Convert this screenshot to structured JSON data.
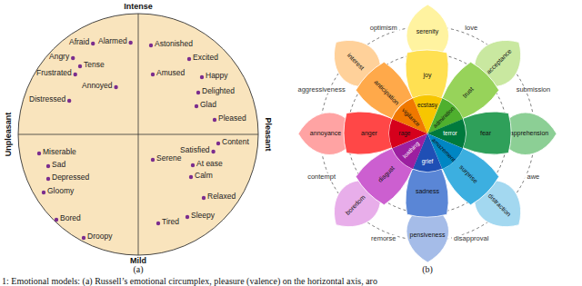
{
  "diagram": {
    "caption": "1: Emotional models: (a) Russell’s emotional circumplex, pleasure (valence) on the horizontal axis, aro",
    "nodes": [
      {
        "text": [
          "Afraid",
          "Alarmed",
          "Angry",
          "Tense",
          "Frustrated",
          "Annoyed",
          "Distressed",
          "Astonished",
          "Excited",
          "Amused",
          "Happy",
          "Delighted",
          "Glad",
          "Pleased",
          "Miserable",
          "Sad",
          "Depressed",
          "Gloomy",
          "Bored",
          "Droopy",
          "Content",
          "Satisfied",
          "Serene",
          "At ease",
          "Calm",
          "Relaxed",
          "Tired",
          "Sleepy"
        ]
      },
      {
        "text": [
          "ecstasy"
        ]
      },
      {
        "text": [
          "joy"
        ]
      },
      {
        "text": [
          "serenity"
        ]
      },
      {
        "text": [
          "admiration"
        ]
      },
      {
        "text": [
          "trust"
        ]
      },
      {
        "text": [
          "acceptance"
        ]
      },
      {
        "text": [
          "terror"
        ]
      },
      {
        "text": [
          "fear"
        ]
      },
      {
        "text": [
          "apprehension"
        ]
      },
      {
        "text": [
          "amazement"
        ]
      },
      {
        "text": [
          "surprise"
        ]
      },
      {
        "text": [
          "distraction"
        ]
      },
      {
        "text": [
          "grief"
        ]
      },
      {
        "text": [
          "sadness"
        ]
      },
      {
        "text": [
          "pensiveness"
        ]
      },
      {
        "text": [
          "loathing"
        ]
      },
      {
        "text": [
          "disgust"
        ]
      },
      {
        "text": [
          "boredom"
        ]
      },
      {
        "text": [
          "rage"
        ]
      },
      {
        "text": [
          "anger"
        ]
      },
      {
        "text": [
          "annoyance"
        ]
      },
      {
        "text": [
          "vigilance"
        ]
      },
      {
        "text": [
          "anticipation"
        ]
      },
      {
        "text": [
          "interest"
        ]
      }
    ],
    "labels": [
      "Intense",
      "Unpleasant",
      "Pleasant",
      "Mild",
      "(a)",
      "optimism",
      "love",
      "aggressiveness",
      "submission",
      "contempt",
      "awe",
      "remorse",
      "disapproval",
      "(b)"
    ]
  }
}
